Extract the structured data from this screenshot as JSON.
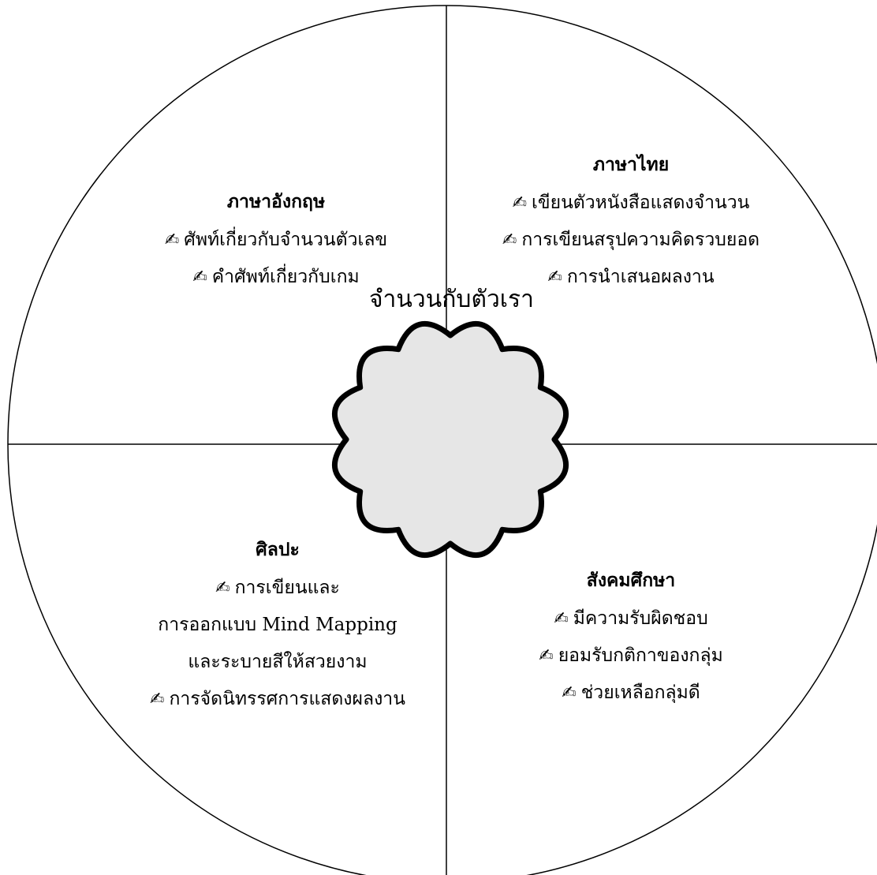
{
  "center": {
    "label": "จำนวนกับตัวเรา",
    "fill": "#e6e6e6"
  },
  "quadrants": {
    "thai": {
      "title": "ภาษาไทย",
      "items": [
        "เขียนตัวหนังสือแสดงจำนวน",
        "การเขียนสรุปความคิดรวบยอด",
        "การนำเสนอผลงาน"
      ]
    },
    "english": {
      "title": "ภาษาอังกฤษ",
      "items": [
        "ศัพท์เกี่ยวกับจำนวนตัวเลข",
        "คำศัพท์เกี่ยวกับเกม"
      ]
    },
    "art": {
      "title": "ศิลปะ",
      "lines": [
        "การเขียนและ",
        "การออกแบบ Mind Mapping",
        "และระบายสีให้สวยงาม",
        "การจัดนิทรรศการแสดงผลงาน"
      ]
    },
    "social": {
      "title": "สังคมศึกษา",
      "items": [
        "มีความรับผิดชอบ",
        "ยอมรับกติกาของกลุ่ม",
        "ช่วยเหลือกลุ่มดี"
      ]
    }
  },
  "icons": {
    "bullet": "writing-hand-icon",
    "glyph": "✍"
  }
}
